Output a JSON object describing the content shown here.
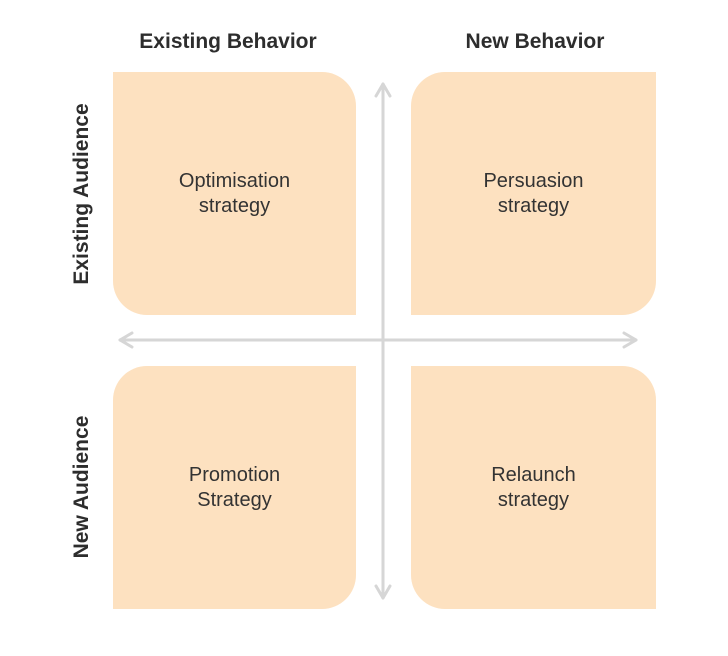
{
  "columns": {
    "existing_behavior": "Existing Behavior",
    "new_behavior": "New Behavior"
  },
  "rows": {
    "existing_audience": "Existing Audience",
    "new_audience": "New Audience"
  },
  "quadrants": {
    "top_left": "Optimisation\nstrategy",
    "top_right": "Persuasion\nstrategy",
    "bottom_left": "Promotion\nStrategy",
    "bottom_right": "Relaunch\nstrategy"
  },
  "colors": {
    "quadrant_fill": "#fde1c0",
    "axis": "#d6d6d6",
    "text": "#2d2d2d"
  }
}
